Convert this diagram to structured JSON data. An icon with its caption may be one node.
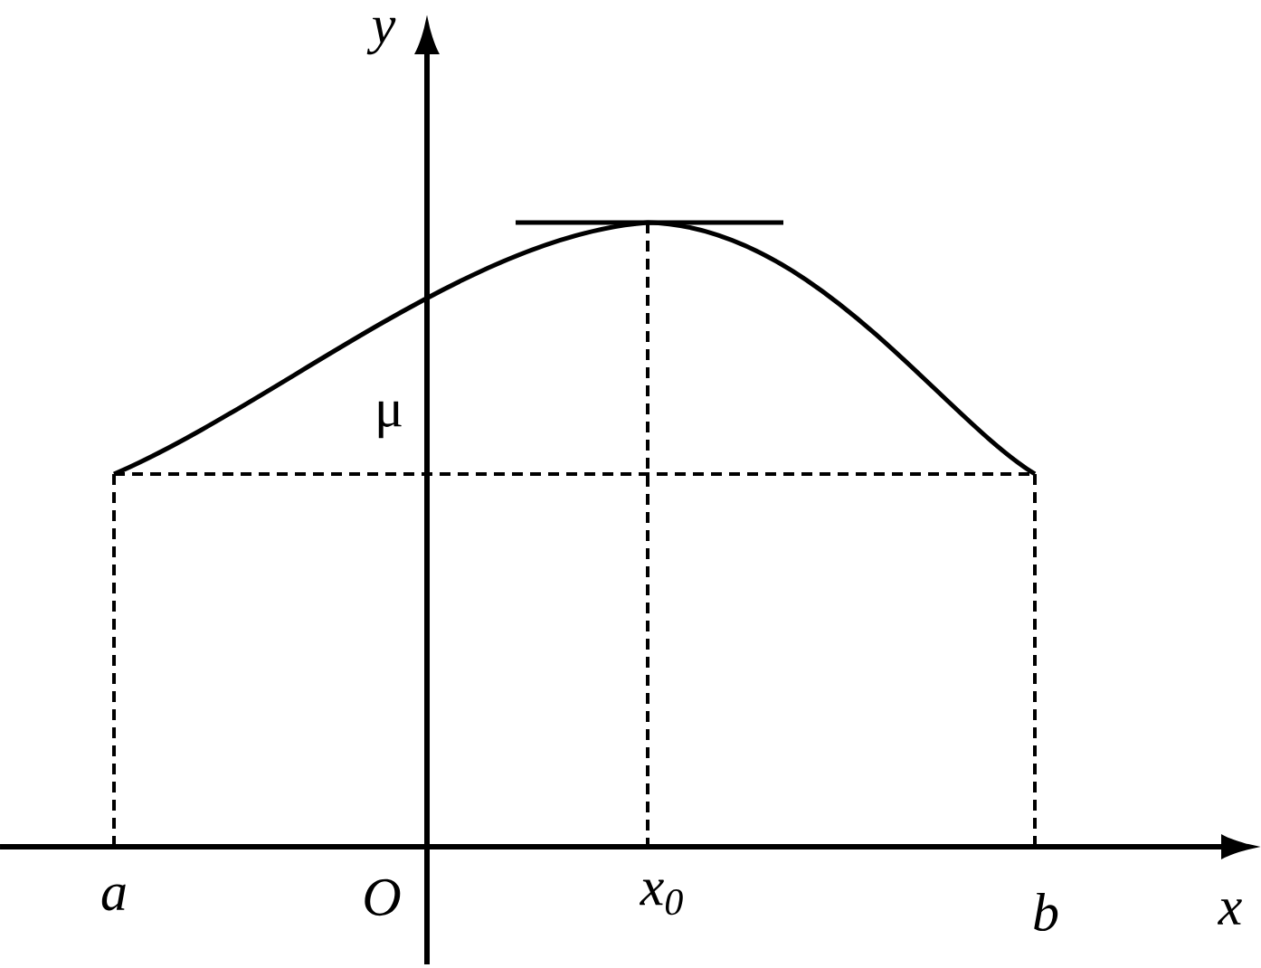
{
  "diagram": {
    "labels": [
      "y",
      "μ",
      "a",
      "O",
      "x$_{0}$",
      "b",
      "x"
    ]
  }
}
